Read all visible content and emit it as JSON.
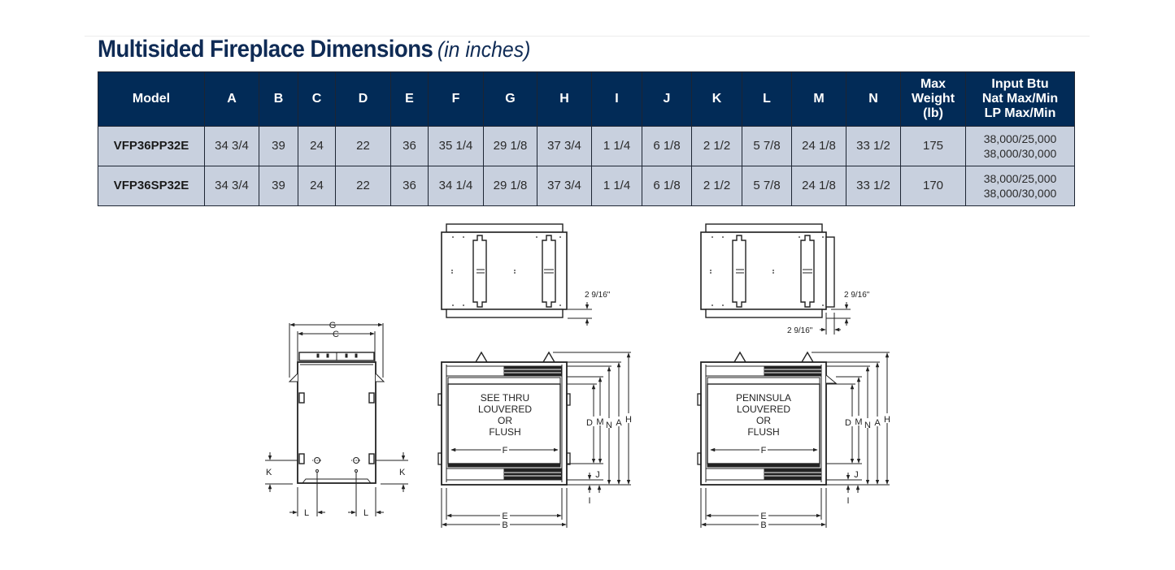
{
  "page": {
    "title": "Multisided Fireplace Dimensions",
    "title_unit": "(in inches)"
  },
  "table": {
    "headers": [
      "Model",
      "A",
      "B",
      "C",
      "D",
      "E",
      "F",
      "G",
      "H",
      "I",
      "J",
      "K",
      "L",
      "M",
      "N",
      "Max Weight (lb)",
      "Input Btu Nat Max/Min LP Max/Min"
    ],
    "header_lines": {
      "weight": [
        "Max",
        "Weight",
        "(lb)"
      ],
      "btu": [
        "Input Btu",
        "Nat Max/Min",
        "LP Max/Min"
      ]
    },
    "rows": [
      {
        "model": "VFP36PP32E",
        "A": "34 3/4",
        "B": "39",
        "C": "24",
        "D": "22",
        "E": "36",
        "F": "35 1/4",
        "G": "29 1/8",
        "H": "37 3/4",
        "I": "1 1/4",
        "J": "6 1/8",
        "K": "2 1/2",
        "L": "5 7/8",
        "M": "24 1/8",
        "N": "33 1/2",
        "weight": "175",
        "btu_nat": "38,000/25,000",
        "btu_lp": "38,000/30,000"
      },
      {
        "model": "VFP36SP32E",
        "A": "34 3/4",
        "B": "39",
        "C": "24",
        "D": "22",
        "E": "36",
        "F": "34 1/4",
        "G": "29 1/8",
        "H": "37 3/4",
        "I": "1 1/4",
        "J": "6 1/8",
        "K": "2 1/2",
        "L": "5 7/8",
        "M": "24 1/8",
        "N": "33 1/2",
        "weight": "170",
        "btu_nat": "38,000/25,000",
        "btu_lp": "38,000/30,000"
      }
    ]
  },
  "diagrams": {
    "side_view": {
      "labels": {
        "G": "G",
        "C": "C",
        "K": "K",
        "L": "L"
      }
    },
    "top_view_see_thru": {
      "offset_label": "2 9/16\""
    },
    "top_view_peninsula": {
      "offset_label_right": "2 9/16\"",
      "offset_label_bottom": "2 9/16\""
    },
    "front_see_thru": {
      "caption": [
        "SEE THRU",
        "LOUVERED",
        "OR",
        "FLUSH"
      ],
      "labels": {
        "D": "D",
        "M": "M",
        "N": "N",
        "A": "A",
        "H": "H",
        "F": "F",
        "J": "J",
        "I": "I",
        "E": "E",
        "B": "B"
      }
    },
    "front_peninsula": {
      "caption": [
        "PENINSULA",
        "LOUVERED",
        "OR",
        "FLUSH"
      ],
      "labels": {
        "D": "D",
        "M": "M",
        "N": "N",
        "A": "A",
        "H": "H",
        "F": "F",
        "J": "J",
        "I": "I",
        "E": "E",
        "B": "B"
      }
    }
  },
  "colors": {
    "header_bg": "#022b57",
    "row_bg": "#c8d0de",
    "title": "#0f2b55"
  }
}
